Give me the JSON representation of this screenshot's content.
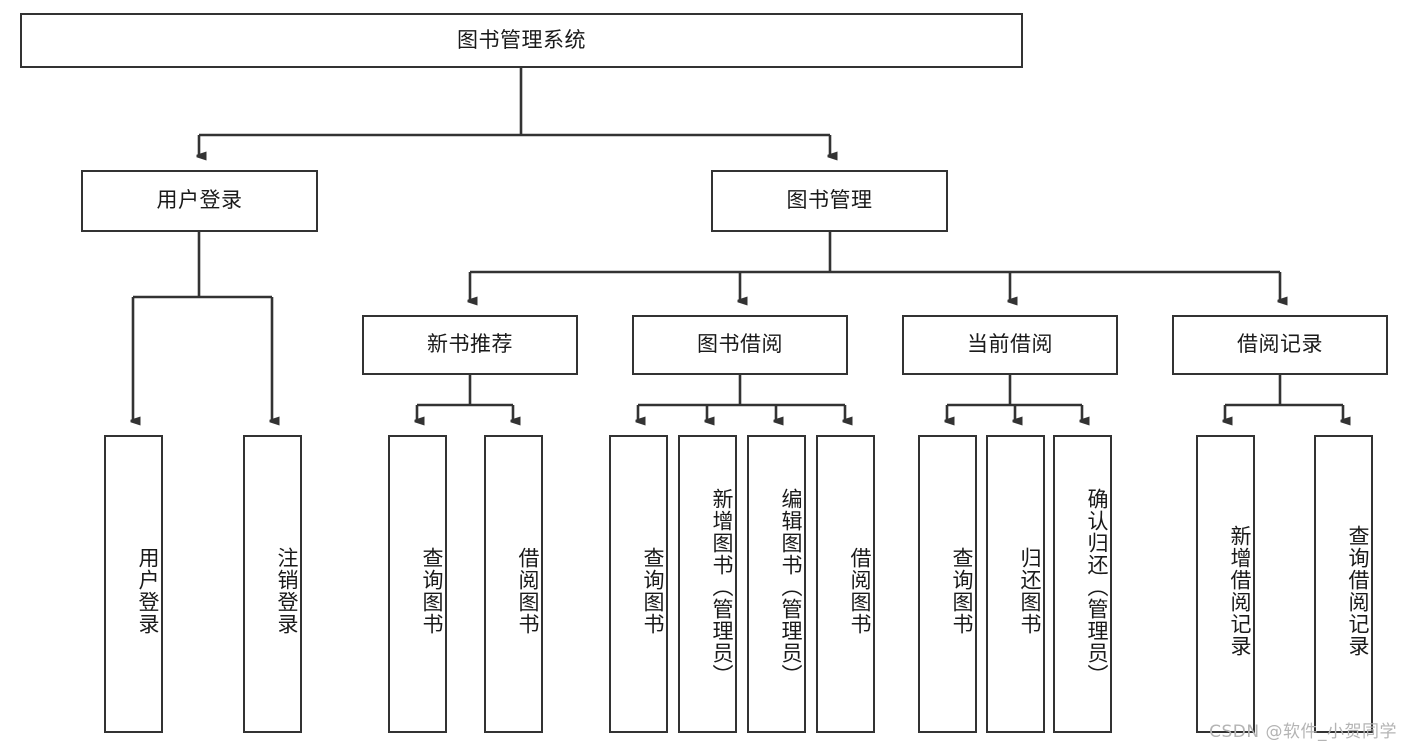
{
  "diagram": {
    "title": "图书管理系统",
    "type": "tree",
    "style": {
      "box_border_color": "#333333",
      "box_fill_color": "#ffffff",
      "connector_color": "#333333",
      "text_color": "#1a1a1a",
      "background": "#ffffff"
    },
    "root": {
      "label": "图书管理系统"
    },
    "level2": [
      {
        "label": "用户登录"
      },
      {
        "label": "图书管理"
      }
    ],
    "level3": [
      {
        "label": "新书推荐"
      },
      {
        "label": "图书借阅"
      },
      {
        "label": "当前借阅"
      },
      {
        "label": "借阅记录"
      }
    ],
    "leaves": {
      "user_login": [
        {
          "label": "用户登录"
        },
        {
          "label": "注销登录"
        }
      ],
      "new_book_recommend": [
        {
          "label": "查询图书"
        },
        {
          "label": "借阅图书"
        }
      ],
      "book_borrow": [
        {
          "label": "查询图书"
        },
        {
          "label": "新增图书（管理员）"
        },
        {
          "label": "编辑图书（管理员）"
        },
        {
          "label": "借阅图书"
        }
      ],
      "current_borrow": [
        {
          "label": "查询图书"
        },
        {
          "label": "归还图书"
        },
        {
          "label": "确认归还（管理员）"
        }
      ],
      "borrow_record": [
        {
          "label": "新增借阅记录"
        },
        {
          "label": "查询借阅记录"
        }
      ]
    }
  },
  "watermark": {
    "text": "CSDN @软件_小贺同学"
  }
}
